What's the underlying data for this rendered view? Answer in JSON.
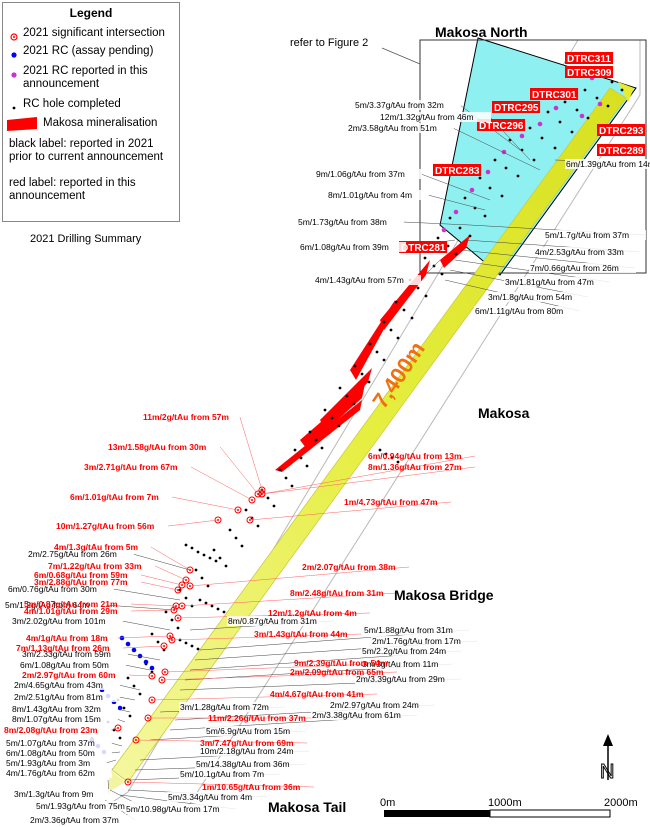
{
  "legend": {
    "title": "Legend",
    "items": [
      {
        "label": "2021 significant intersection"
      },
      {
        "label": "2021 RC (assay pending)"
      },
      {
        "label": "2021 RC reported in this announcement"
      },
      {
        "label": "RC hole completed"
      },
      {
        "label": "Makosa mineralisation"
      }
    ],
    "black_label_note": "black label: reported in 2021 prior to current announcement",
    "red_label_note": "red label: reported in this announcement",
    "colors": {
      "intersection": "#ff0000",
      "pending": "#0000ff",
      "reported": "#cc33cc",
      "completed": "#000000",
      "mineralisation": "#ff0000"
    }
  },
  "drilling_summary": "2021 Drilling Summary",
  "area_labels": {
    "north": "Makosa North",
    "main": "Makosa",
    "bridge": "Makosa Bridge",
    "tail": "Makosa Tail",
    "figure_ref": "refer to Figure 2",
    "strike_length": "7,400m"
  },
  "scale_bar": {
    "labels": [
      "0m",
      "1000m",
      "2000m"
    ]
  },
  "north_arrow": {
    "label": "N"
  },
  "hole_labels": [
    "DTRC311",
    "DTRC309",
    "DTRC301",
    "DTRC295",
    "DTRC296",
    "DTRC293",
    "DTRC289",
    "DTRC283",
    "DTRC281"
  ],
  "black_labels": [
    "5m/3.37g/tAu from 32m",
    "12m/1.32g/tAu from 46m",
    "2m/3.58g/tAu from 51m",
    "6m/1.39g/tAu from 14m",
    "9m/1.06g/tAu from 37m",
    "8m/1.01g/tAu from 4m",
    "5m/1.73g/tAu from 38m",
    "6m/1.08g/tAu from 39m",
    "5m/1.7g/tAu from 37m",
    "4m/2.53g/tAu from 33m",
    "7m/0.66g/tAu from 26m",
    "3m/1.81g/tAu from 47m",
    "4m/1.43g/tAu from 57m",
    "3m/1.8g/tAu from 54m",
    "6m/1.11g/tAu from 80m",
    "2m/2.75g/tAu from 26m",
    "6m/0.76g/tAu from 30m",
    "5m/1.2g/tAu from 64m",
    "8m/0.87g/tAu from 31m",
    "3m/2.02g/tAu from 101m",
    "5m/1.88g/tAu from 31m",
    "2m/1.76g/tAu from 17m",
    "3m/2.33g/tAu from 59m",
    "6m/1.08g/tAu from 50m",
    "5m/2.2g/tAu from 24m",
    "3m/3g/tAu from 11m",
    "2m/3.39g/tAu from 29m",
    "2m/4.65g/tAu from 43m",
    "2m/2.51g/tAu from 81m",
    "8m/1.43g/tAu from 32m",
    "3m/1.28g/tAu from 72m",
    "2m/2.97g/tAu from 24m",
    "2m/3.38g/tAu from 61m",
    "8m/1.07g/tAu from 15m",
    "5m/6.9g/tAu from 15m",
    "5m/1.07g/tAu from 37m",
    "6m/1.08g/tAu from 50m",
    "10m/2.18g/tAu from 24m",
    "5m/1.93g/tAu from 3m",
    "5m/14.38g/tAu from 36m",
    "4m/1.76g/tAu from 62m",
    "5m/10.1g/tAu from 7m",
    "3m/1.3g/tAu from 9m",
    "5m/3.34g/tAu from 4m",
    "5m/1.93g/tAu from 75m",
    "5m/10.98g/tAu from 17m",
    "2m/3.36g/tAu from 37m"
  ],
  "red_labels": [
    "11m/2g/tAu from 57m",
    "13m/1.58g/tAu from 30m",
    "3m/2.71g/tAu from 67m",
    "6m/0.94g/tAu from 13m",
    "8m/1.36g/tAu from 27m",
    "6m/1.01g/tAu from 7m",
    "1m/4.73g/tAu from 47m",
    "10m/1.27g/tAu from 56m",
    "4m/1.3g/tAu from 5m",
    "7m/1.22g/tAu from 33m",
    "6m/0.68g/tAu from 59m",
    "3m/2.88g/tAu from 77m",
    "2m/2.07g/tAu from 38m",
    "5m/0.87g/tAu from 21m",
    "4m/1.01g/tAu from 29m",
    "8m/2.48g/tAu from 31m",
    "12m/1.2g/tAu from 4m",
    "4m/1g/tAu from 18m",
    "7m/1.13g/tAu from 26m",
    "3m/1.43g/tAu from 44m",
    "2m/2.97g/tAu from 60m",
    "9m/2.39g/tAu from 54m",
    "2m/2.09g/tAu from 65m",
    "4m/4.67g/tAu from 41m",
    "11m/2.26g/tAu from 37m",
    "8m/2.08g/tAu from 23m",
    "3m/7.47g/tAu from 69m",
    "1m/10.65g/tAu from 36m"
  ]
}
